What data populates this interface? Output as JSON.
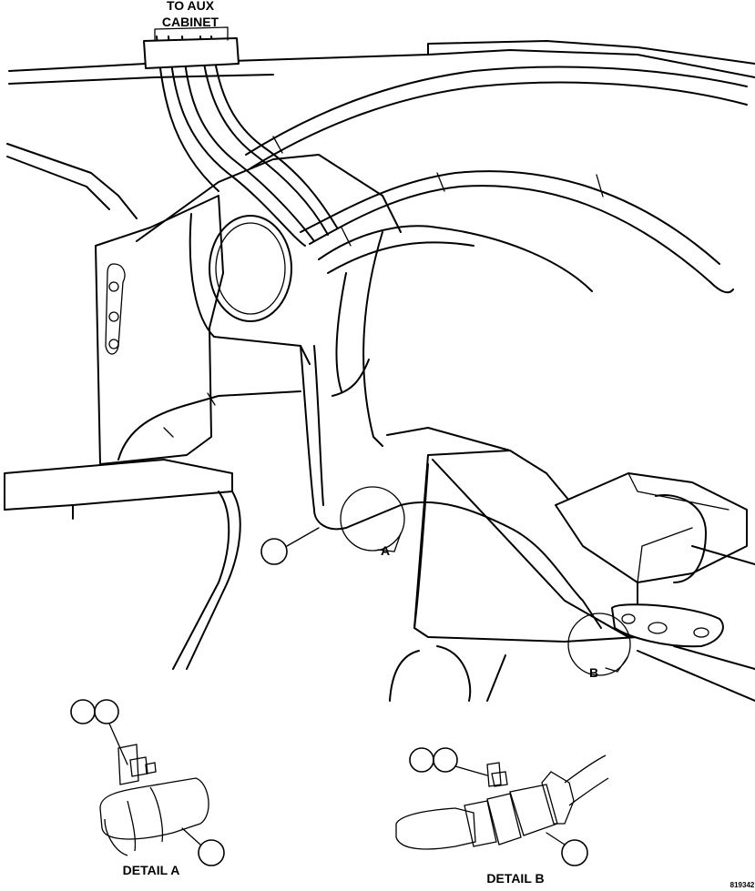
{
  "labels": {
    "to_aux_line1": "TO AUX",
    "to_aux_line2": "CABINET",
    "detail_a_marker": "A",
    "detail_b_marker": "B",
    "detail_a_title": "DETAIL A",
    "detail_b_title": "DETAIL B",
    "figure_id": "819342"
  }
}
